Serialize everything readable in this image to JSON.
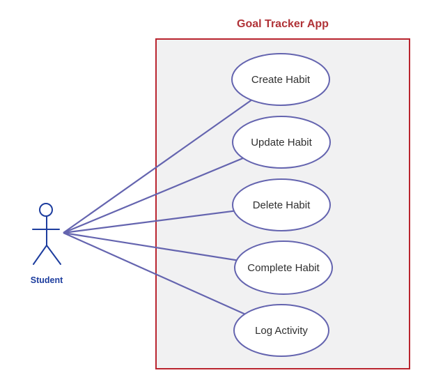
{
  "diagram": {
    "title": "Goal Tracker App",
    "system": {
      "name": "Goal Tracker App"
    },
    "actor": {
      "label": "Student"
    },
    "use_cases": [
      {
        "label": "Create Habit"
      },
      {
        "label": "Update Habit"
      },
      {
        "label": "Delete Habit"
      },
      {
        "label": "Complete Habit"
      },
      {
        "label": "Log Activity"
      }
    ],
    "associations": [
      {
        "from": "Student",
        "to": "Create Habit"
      },
      {
        "from": "Student",
        "to": "Update Habit"
      },
      {
        "from": "Student",
        "to": "Delete Habit"
      },
      {
        "from": "Student",
        "to": "Complete Habit"
      },
      {
        "from": "Student",
        "to": "Log Activity"
      }
    ],
    "colors": {
      "boundary_border": "#b9242e",
      "boundary_fill": "#f1f1f2",
      "title_color": "#b03237",
      "node_stroke": "#6464af",
      "node_fill": "#ffffff",
      "connector": "#6464af",
      "actor": "#1d3d9e",
      "node_text": "#2f2f2f"
    }
  }
}
